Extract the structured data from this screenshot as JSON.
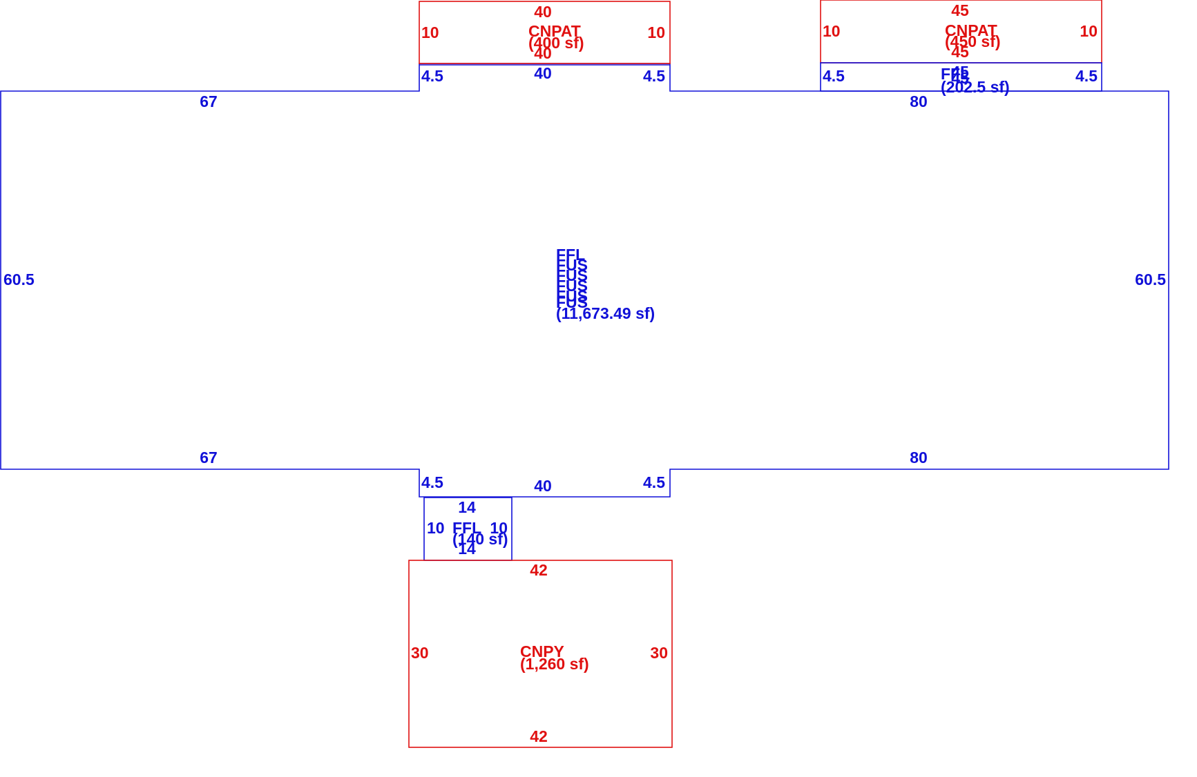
{
  "colors": {
    "living": "#1010d8",
    "exterior": "#e01010",
    "background": "#ffffff"
  },
  "main_building": {
    "labels": [
      "FFL",
      "FUS",
      "FUS",
      "FUS",
      "FUS",
      "FUS"
    ],
    "area": "(11,673.49 sf)",
    "dims": {
      "top_left": "67",
      "top_right": "80",
      "bottom_left": "67",
      "bottom_right": "80",
      "left": "60.5",
      "right": "60.5"
    }
  },
  "top_left_bump": {
    "width": "40",
    "left": "4.5",
    "right": "4.5"
  },
  "bottom_bump": {
    "width": "40",
    "left": "4.5",
    "right": "4.5"
  },
  "top_right_ffl": {
    "label": "FFL",
    "area": "(202.5 sf)",
    "dims": {
      "top": "45",
      "bottom": "45",
      "left": "4.5",
      "right": "4.5"
    }
  },
  "cnpat_left": {
    "label": "CNPAT",
    "area": "(400 sf)",
    "dims": {
      "top": "40",
      "bottom": "40",
      "left": "10",
      "right": "10"
    }
  },
  "cnpat_right": {
    "label": "CNPAT",
    "area": "(450 sf)",
    "dims": {
      "top": "45",
      "bottom": "45",
      "left": "10",
      "right": "10"
    }
  },
  "small_ffl": {
    "label": "FFL",
    "area": "(140 sf)",
    "dims": {
      "top": "14",
      "bottom": "14",
      "left": "10",
      "right": "10"
    }
  },
  "canopy": {
    "label": "CNPY",
    "area": "(1,260 sf)",
    "dims": {
      "top": "42",
      "bottom": "42",
      "left": "30",
      "right": "30"
    }
  }
}
